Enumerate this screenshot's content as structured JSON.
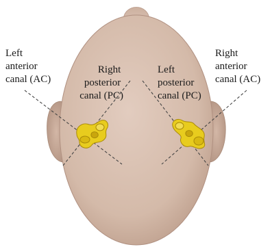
{
  "labels": {
    "left_ac": [
      "Left",
      "anterior",
      "canal (AC)"
    ],
    "right_pc": [
      "Right",
      "posterior",
      "canal (PC)"
    ],
    "left_pc": [
      "Left",
      "posterior",
      "canal (PC)"
    ],
    "right_ac": [
      "Right",
      "anterior",
      "canal (AC)"
    ]
  },
  "colors": {
    "skin": "#d8bfb2",
    "skin_shadow": "#b89888",
    "canal": "#e8cc1e",
    "canal_outline": "#a98a08",
    "dashed_line": "#444444",
    "text": "#1a1a1a"
  }
}
